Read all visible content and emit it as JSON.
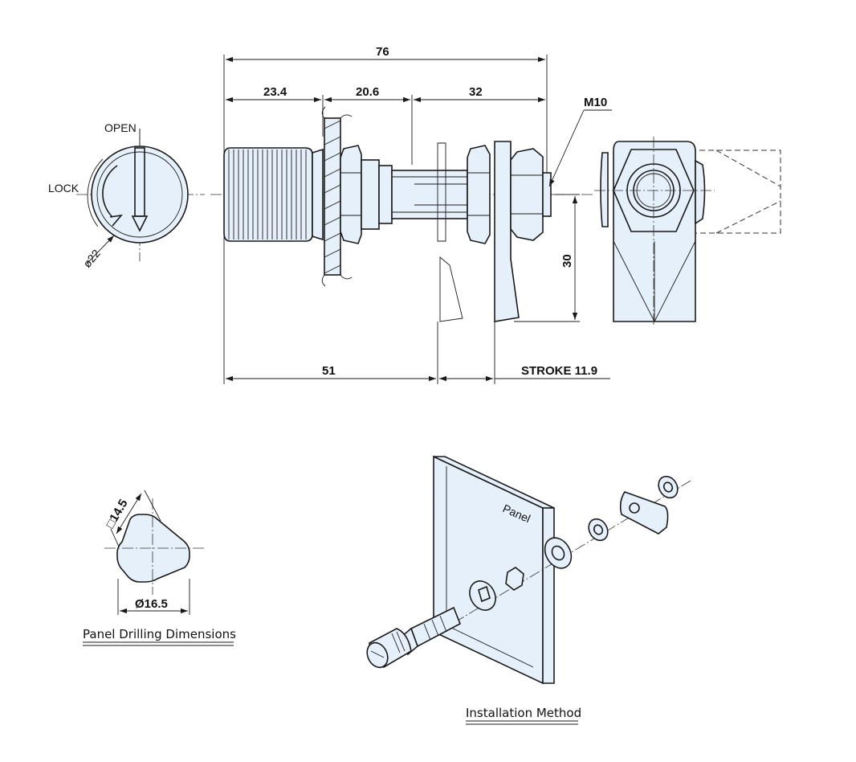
{
  "dimensions": {
    "overall_length": "76",
    "knob_length": "23.4",
    "body_length": "20.6",
    "thread_length": "32",
    "thread_size": "M10",
    "cam_height": "30",
    "panel_to_cam": "51",
    "stroke": "STROKE 11.9",
    "knob_diameter": "ø22",
    "hole_flat": "□14.5",
    "hole_diameter": "Ø16.5"
  },
  "front_view": {
    "open_label": "OPEN",
    "lock_label": "LOCK"
  },
  "installation": {
    "panel_label": "Panel"
  },
  "captions": {
    "panel_drilling": "Panel Drilling Dimensions",
    "installation_method": "Installation Method"
  },
  "colors": {
    "fill": "#e6f0fa",
    "line": "#1a1a1a"
  }
}
